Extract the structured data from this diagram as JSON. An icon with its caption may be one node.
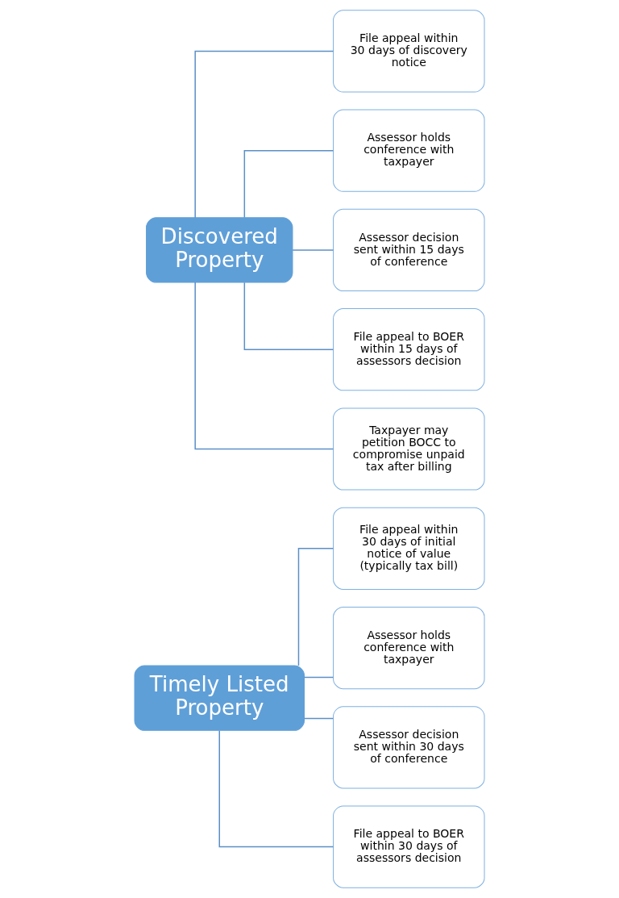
{
  "diagram": {
    "nodes": [
      {
        "text": [
          "Timely Listed Property"
        ]
      },
      {
        "text": [
          "File appeal within 30 days of initial notice of value (typically tax bill)"
        ]
      },
      {
        "text": [
          "Assessor holds conference with taxpayer"
        ]
      },
      {
        "text": [
          "Assessor decision sent within 30 days of conference"
        ]
      },
      {
        "text": [
          "File appeal to BOER within 30 days of assessors decision"
        ]
      },
      {
        "text": [
          "Discovered Property"
        ]
      },
      {
        "text": [
          "File appeal within 30 days of discovery notice"
        ]
      },
      {
        "text": [
          "Assessor holds conference with taxpayer"
        ]
      },
      {
        "text": [
          "Assessor decision sent within 15 days of conference"
        ]
      },
      {
        "text": [
          "File appeal to BOER within 15 days of assessors decision"
        ]
      },
      {
        "text": [
          "Taxpayer may petition BOCC to compromise unpaid tax after billing"
        ]
      }
    ],
    "edges": [
      {
        "from": 0,
        "to": 1,
        "arrow": "none"
      },
      {
        "from": 0,
        "to": 2,
        "arrow": "none"
      },
      {
        "from": 0,
        "to": 3,
        "arrow": "none"
      },
      {
        "from": 0,
        "to": 4,
        "arrow": "none"
      },
      {
        "from": 5,
        "to": 6,
        "arrow": "none"
      },
      {
        "from": 5,
        "to": 7,
        "arrow": "none"
      },
      {
        "from": 5,
        "to": 8,
        "arrow": "none"
      },
      {
        "from": 5,
        "to": 9,
        "arrow": "none"
      },
      {
        "from": 5,
        "to": 10,
        "arrow": "none"
      }
    ]
  }
}
